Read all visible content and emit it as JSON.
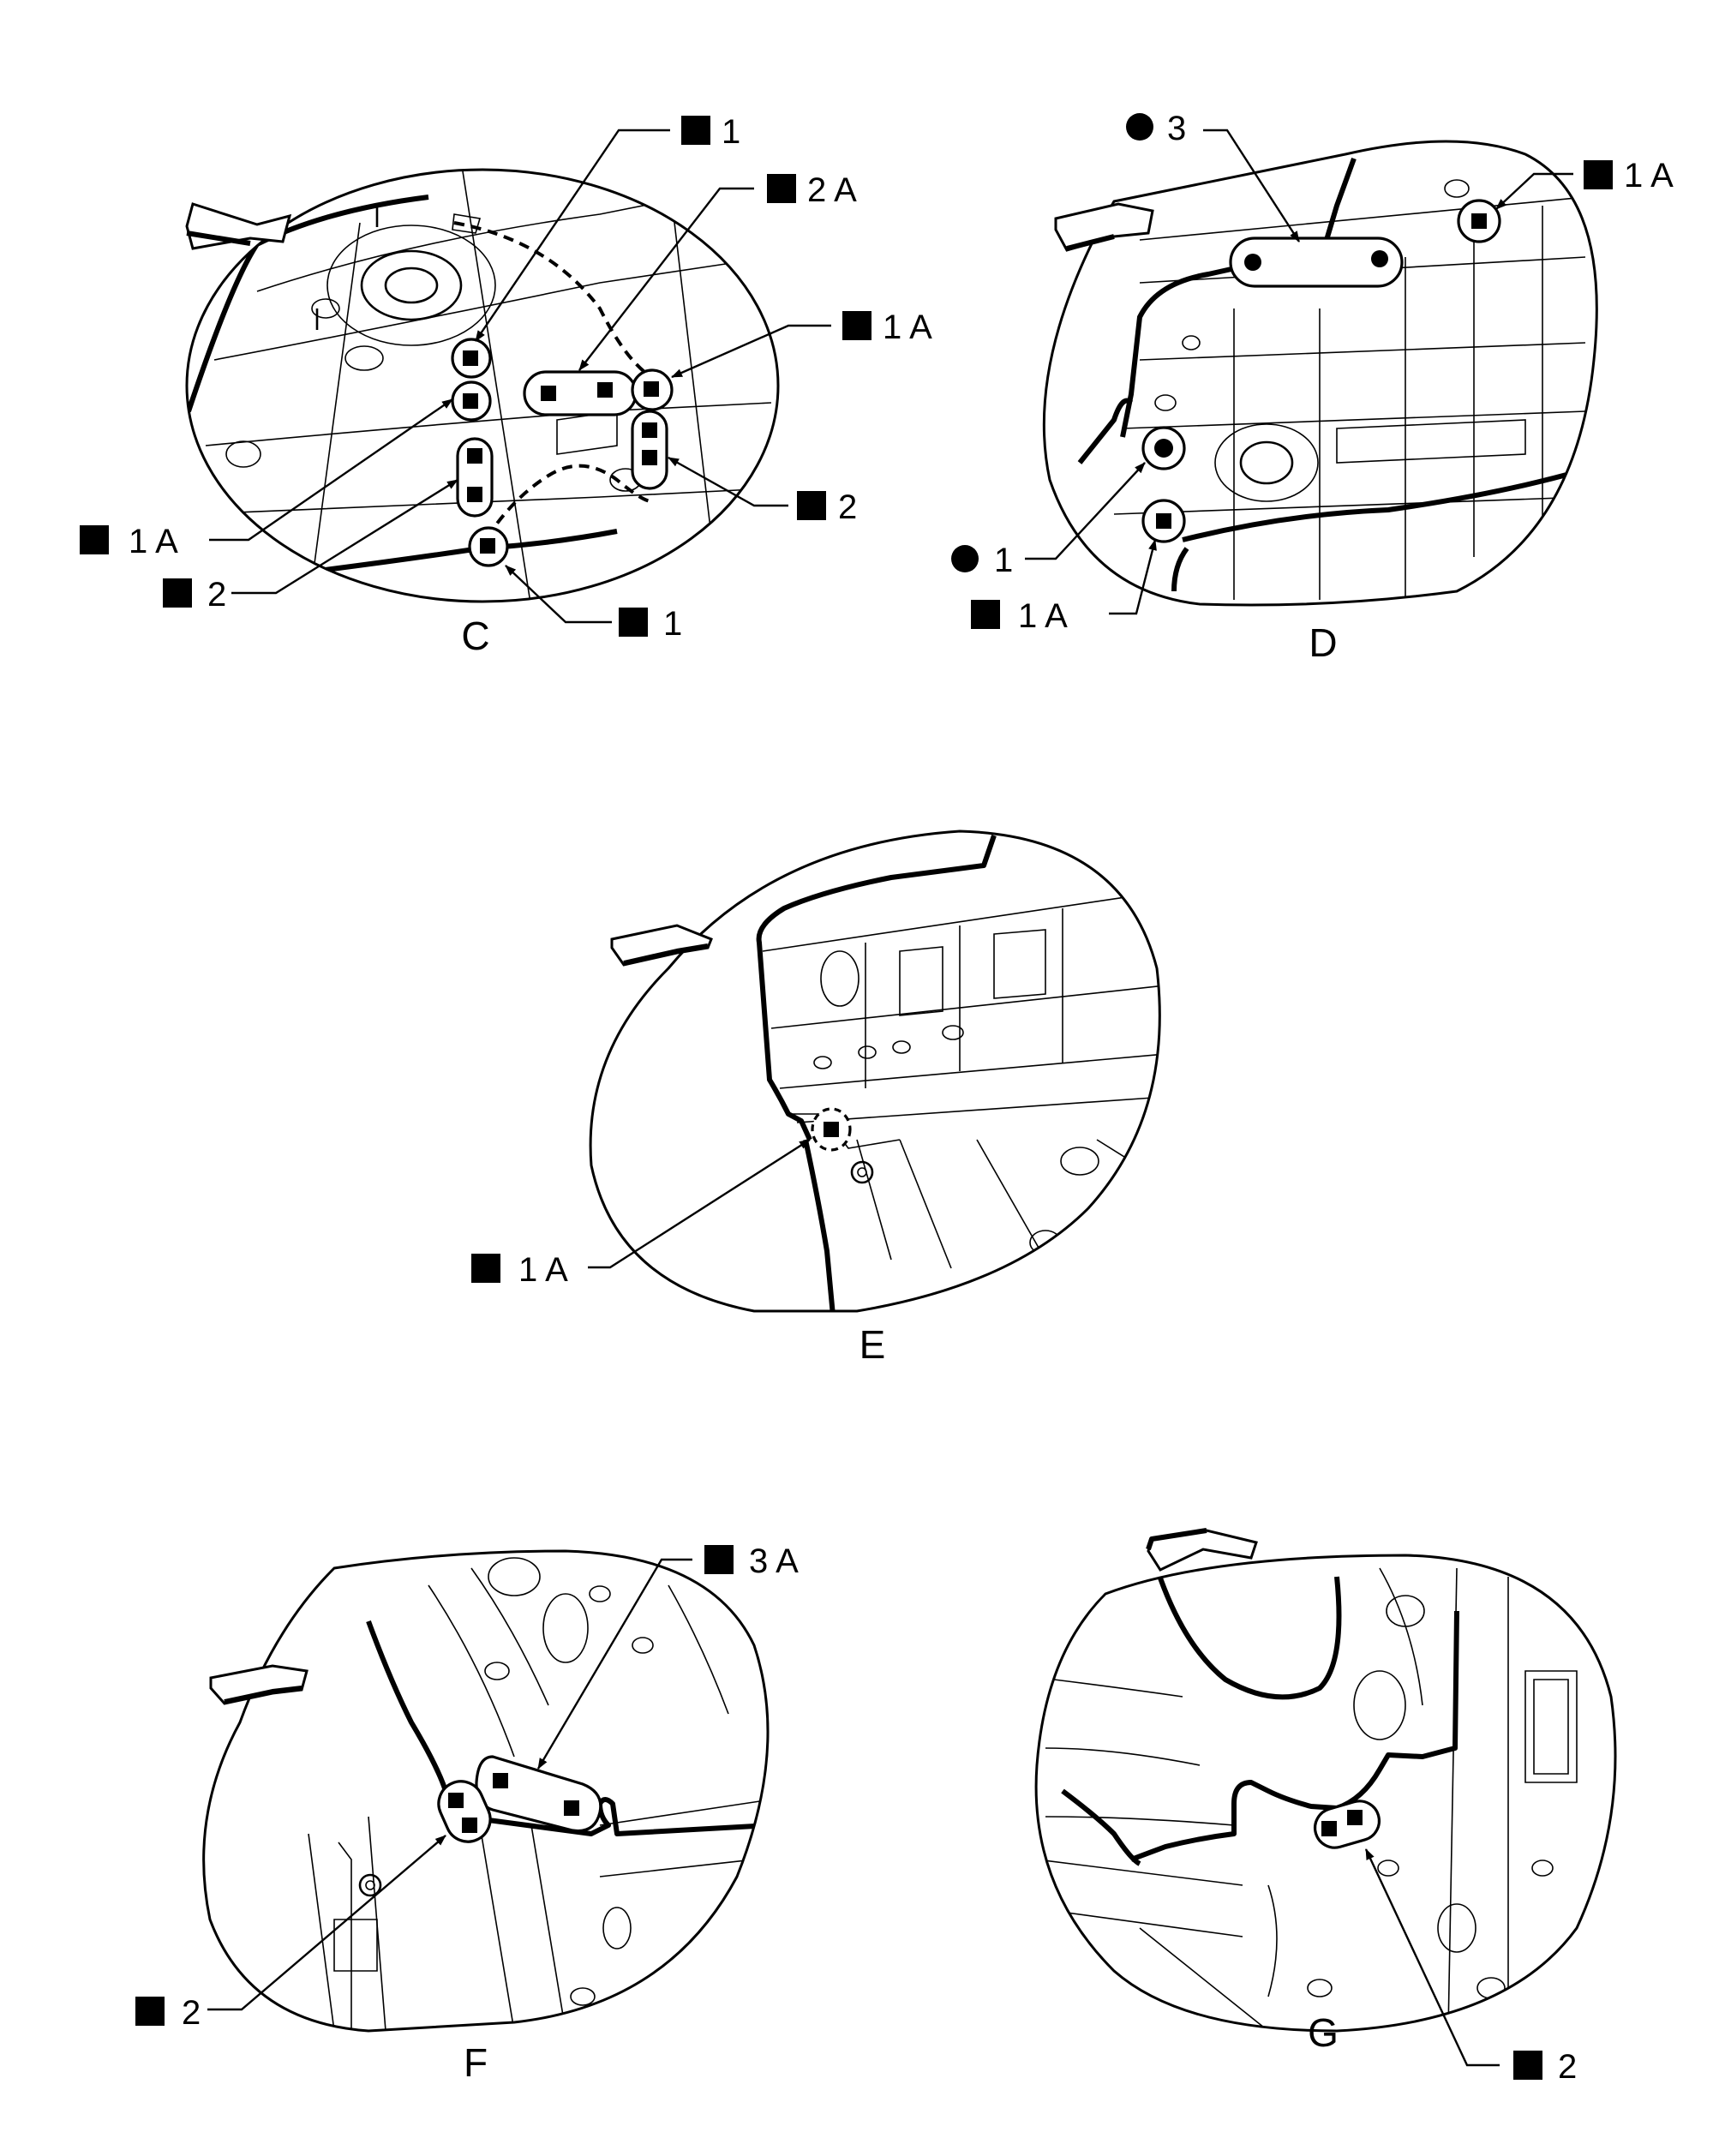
{
  "views": [
    {
      "id": "C",
      "label": "C"
    },
    {
      "id": "D",
      "label": "D"
    },
    {
      "id": "E",
      "label": "E"
    },
    {
      "id": "F",
      "label": "F"
    },
    {
      "id": "G",
      "label": "G"
    }
  ],
  "callouts": {
    "c_top_1": "1",
    "c_2a": "2 A",
    "c_1a_right": "1 A",
    "c_1a_left": "1 A",
    "c_2_right": "2",
    "c_2_left": "2",
    "c_1_bottom": "1",
    "d_3": "3",
    "d_1a_top": "1 A",
    "d_1": "1",
    "d_1a_bottom": "1 A",
    "e_1a": "1 A",
    "f_3a": "3 A",
    "f_2": "2",
    "g_2": "2"
  },
  "legend_symbols": {
    "square": "filled-square",
    "circle": "filled-circle"
  }
}
